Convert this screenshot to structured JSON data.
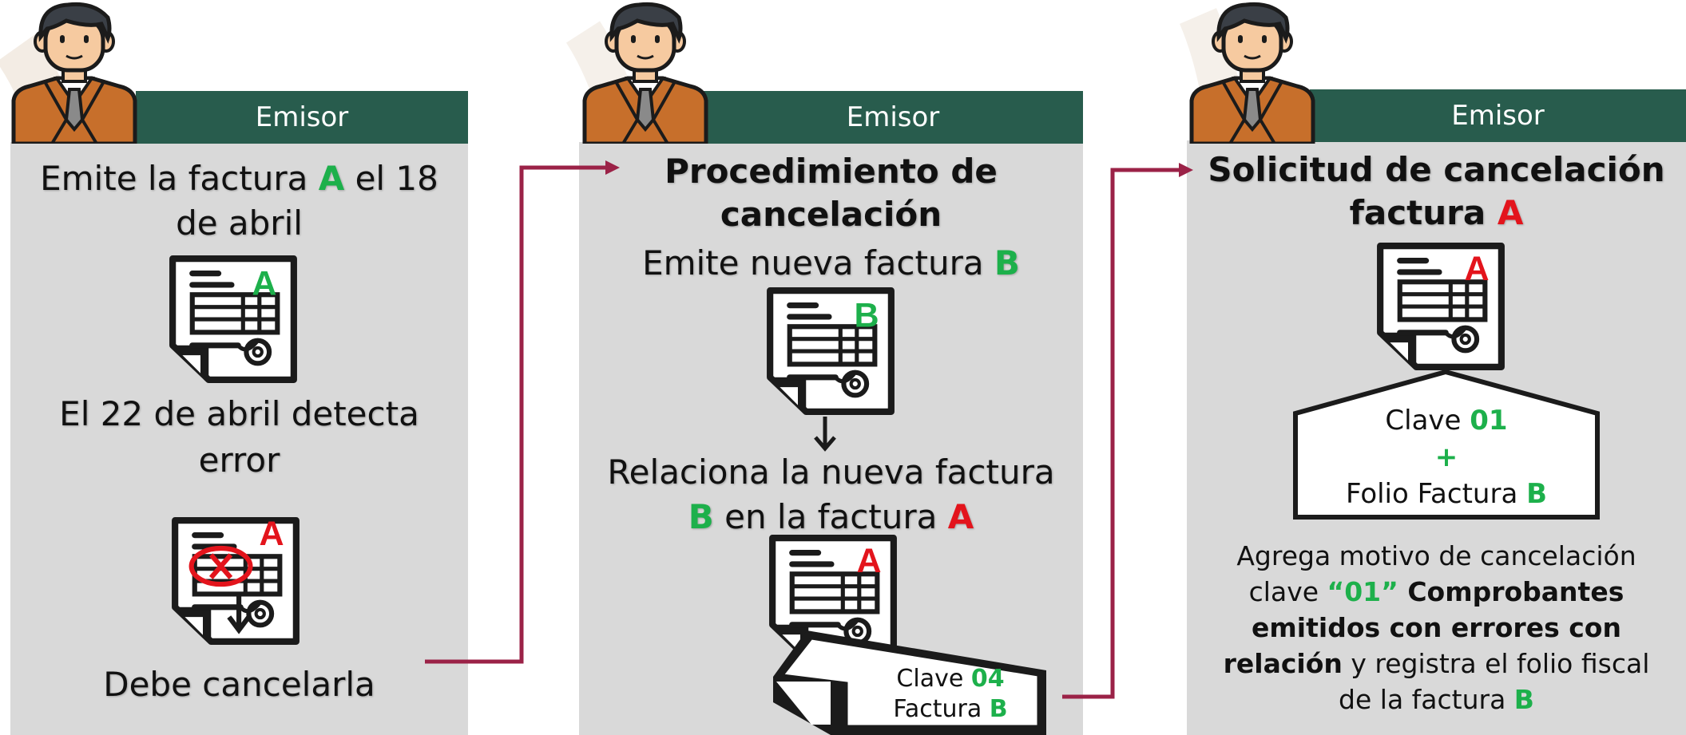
{
  "panels": [
    {
      "header": "Emisor",
      "line1_a": "Emite la factura ",
      "line1_letter": "A",
      "line1_b": " el 18",
      "line2": "de abril",
      "doc1_letter": "A",
      "detect1": "El 22 de abril detecta",
      "detect2": "error",
      "doc2_letter": "A",
      "footer": "Debe cancelarla"
    },
    {
      "header": "Emisor",
      "title1": "Procedimiento de",
      "title2": "cancelación",
      "emite_a": "Emite nueva factura ",
      "emite_letter": "B",
      "doc1_letter": "B",
      "rel1": "Relaciona la nueva factura",
      "rel2_letter1": "B",
      "rel2_mid": " en la factura ",
      "rel2_letter2": "A",
      "doc2_letter": "A",
      "tag_clave": "Clave ",
      "tag_clave_num": "04",
      "tag_factura": "Factura ",
      "tag_factura_letter": "B"
    },
    {
      "header": "Emisor",
      "title1": "Solicitud de cancelación",
      "title2_a": "factura ",
      "title2_letter": "A",
      "doc_letter": "A",
      "box_clave": "Clave ",
      "box_clave_num": "01",
      "box_plus": "+",
      "box_folio": "Folio Factura ",
      "box_folio_letter": "B",
      "p1": "Agrega motivo de cancelación",
      "p2_a": "clave ",
      "p2_num": "“01”",
      "p2_b": " Comprobantes",
      "p3": "emitidos con errores con",
      "p4_b": "relación",
      "p4_a": " y registra el folio fiscal",
      "p5_a": "de la factura ",
      "p5_letter": "B"
    }
  ],
  "colors": {
    "header_bg": "#285c4d",
    "panel_bg": "#d9d9d9",
    "arrow": "#9b2247",
    "green": "#1db04b",
    "red": "#e3141c"
  },
  "icons": [
    "user-avatar-icon",
    "invoice-document-icon",
    "down-arrow-icon",
    "connector-arrow-icon"
  ]
}
